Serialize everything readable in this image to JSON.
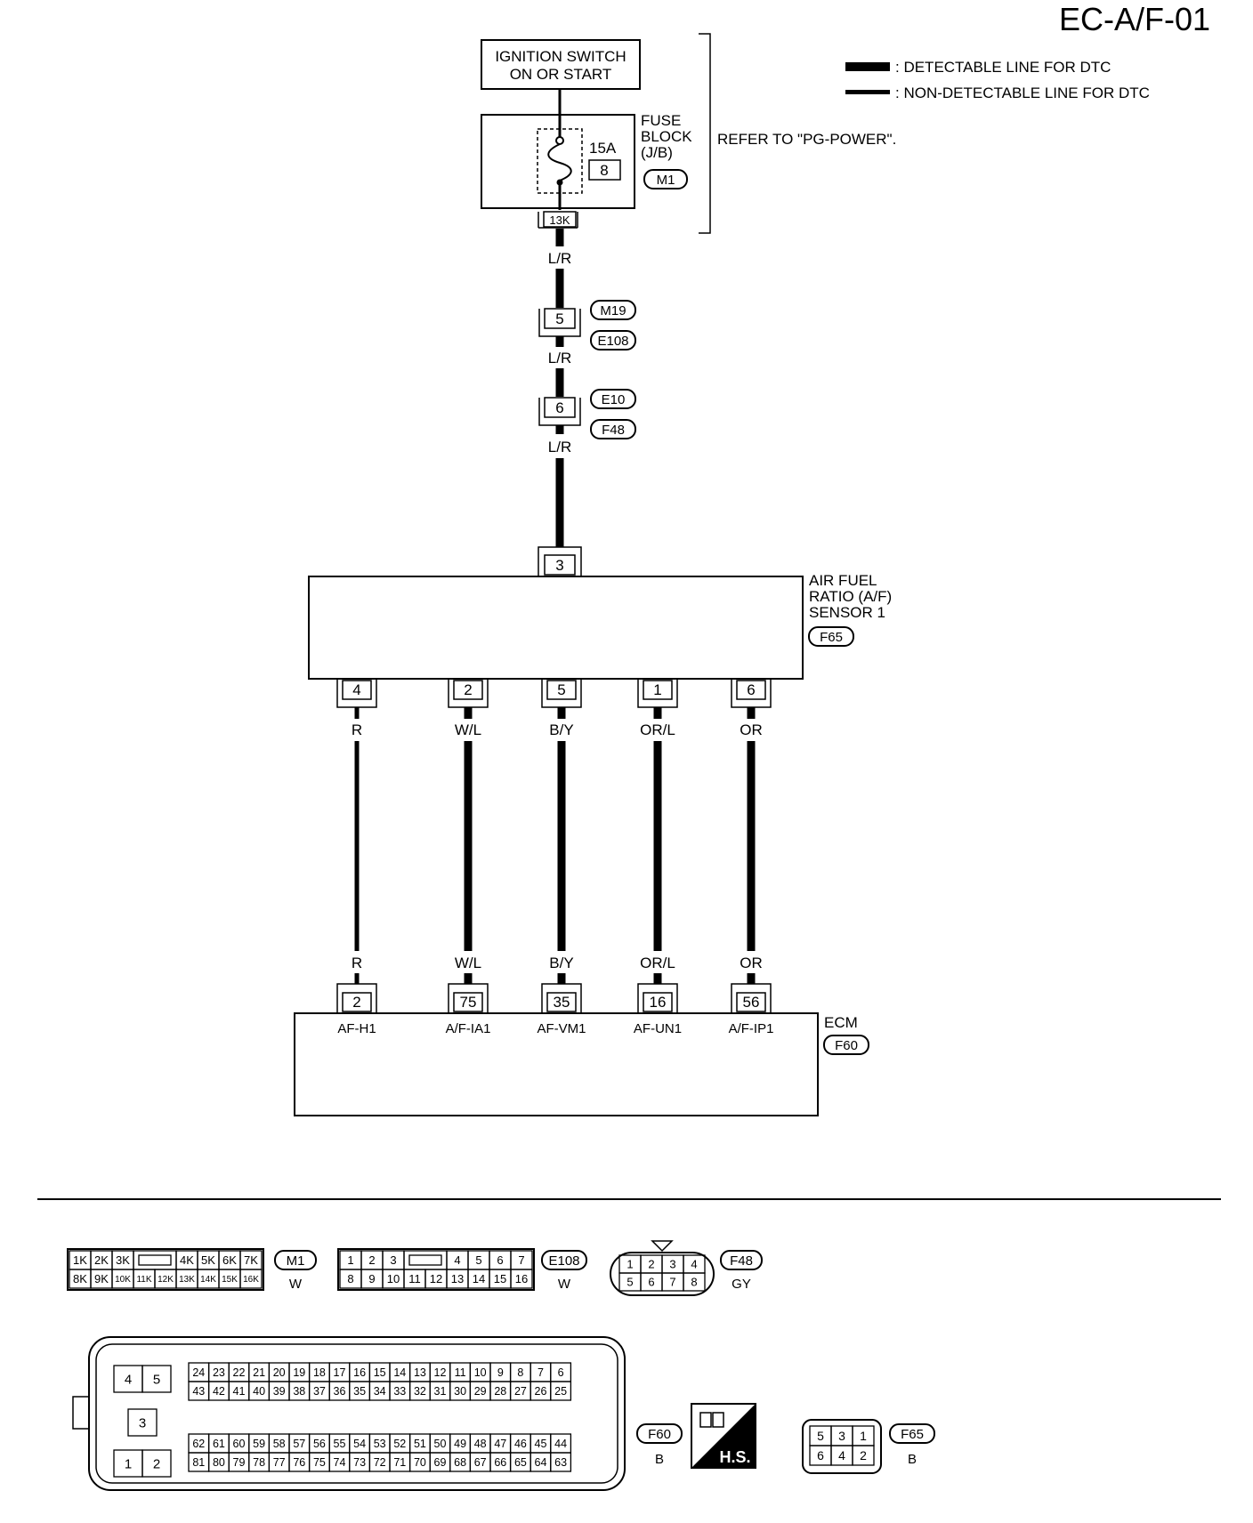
{
  "page_id": "EC-A/F-01",
  "legend": {
    "detectable": ": DETECTABLE LINE FOR DTC",
    "non_detectable": ": NON-DETECTABLE LINE FOR DTC"
  },
  "ignition": {
    "line1": "IGNITION SWITCH",
    "line2": "ON OR START"
  },
  "fuse_block": {
    "label1": "FUSE",
    "label2": "BLOCK",
    "label3": "(J/B)",
    "amp": "15A",
    "fuse_no": "8",
    "connector": "M1",
    "terminal": "13K"
  },
  "refer": "REFER TO \"PG-POWER\".",
  "upper_wires": {
    "color1": "L/R",
    "joint1": {
      "pin": "5",
      "conn_a": "M19",
      "conn_b": "E108"
    },
    "color2": "L/R",
    "joint2": {
      "pin": "6",
      "conn_a": "E10",
      "conn_b": "F48"
    },
    "color3": "L/R"
  },
  "sensor": {
    "line1": "AIR FUEL",
    "line2": "RATIO (A/F)",
    "line3": "SENSOR 1",
    "connector": "F65",
    "top_pin": "3"
  },
  "signals": [
    {
      "sensor_pin": "4",
      "wire": "R",
      "ecm_pin": "2",
      "ecm_label": "AF-H1"
    },
    {
      "sensor_pin": "2",
      "wire": "W/L",
      "ecm_pin": "75",
      "ecm_label": "A/F-IA1"
    },
    {
      "sensor_pin": "5",
      "wire": "B/Y",
      "ecm_pin": "35",
      "ecm_label": "AF-VM1"
    },
    {
      "sensor_pin": "1",
      "wire": "OR/L",
      "ecm_pin": "16",
      "ecm_label": "AF-UN1"
    },
    {
      "sensor_pin": "6",
      "wire": "OR",
      "ecm_pin": "56",
      "ecm_label": "A/F-IP1"
    }
  ],
  "ecm": {
    "label": "ECM",
    "connector": "F60"
  },
  "connectors": {
    "m1": {
      "id": "M1",
      "color": "W",
      "top": [
        "1K",
        "2K",
        "3K",
        "",
        "4K",
        "5K",
        "6K",
        "7K"
      ],
      "bottom": [
        "8K",
        "9K",
        "10K",
        "11K",
        "12K",
        "13K",
        "14K",
        "15K",
        "16K"
      ]
    },
    "e108": {
      "id": "E108",
      "color": "W",
      "top": [
        "1",
        "2",
        "3",
        "",
        "4",
        "5",
        "6",
        "7"
      ],
      "bottom": [
        "8",
        "9",
        "10",
        "11",
        "12",
        "13",
        "14",
        "15",
        "16"
      ]
    },
    "f48": {
      "id": "F48",
      "color": "GY",
      "top": [
        "1",
        "2",
        "3",
        "4"
      ],
      "bottom": [
        "5",
        "6",
        "7",
        "8"
      ]
    },
    "f60": {
      "id": "F60",
      "color": "B",
      "small": [
        "4",
        "5",
        "3",
        "1",
        "2"
      ],
      "row1": [
        "24",
        "23",
        "22",
        "21",
        "20",
        "19",
        "18",
        "17",
        "16",
        "15",
        "14",
        "13",
        "12",
        "11",
        "10",
        "9",
        "8",
        "7",
        "6"
      ],
      "row2": [
        "43",
        "42",
        "41",
        "40",
        "39",
        "38",
        "37",
        "36",
        "35",
        "34",
        "33",
        "32",
        "31",
        "30",
        "29",
        "28",
        "27",
        "26",
        "25"
      ],
      "row3": [
        "62",
        "61",
        "60",
        "59",
        "58",
        "57",
        "56",
        "55",
        "54",
        "53",
        "52",
        "51",
        "50",
        "49",
        "48",
        "47",
        "46",
        "45",
        "44"
      ],
      "row4": [
        "81",
        "80",
        "79",
        "78",
        "77",
        "76",
        "75",
        "74",
        "73",
        "72",
        "71",
        "70",
        "69",
        "68",
        "67",
        "66",
        "65",
        "64",
        "63"
      ]
    },
    "hs_label": "H.S.",
    "f65": {
      "id": "F65",
      "color": "B",
      "top": [
        "5",
        "3",
        "1"
      ],
      "bottom": [
        "6",
        "4",
        "2"
      ]
    }
  }
}
